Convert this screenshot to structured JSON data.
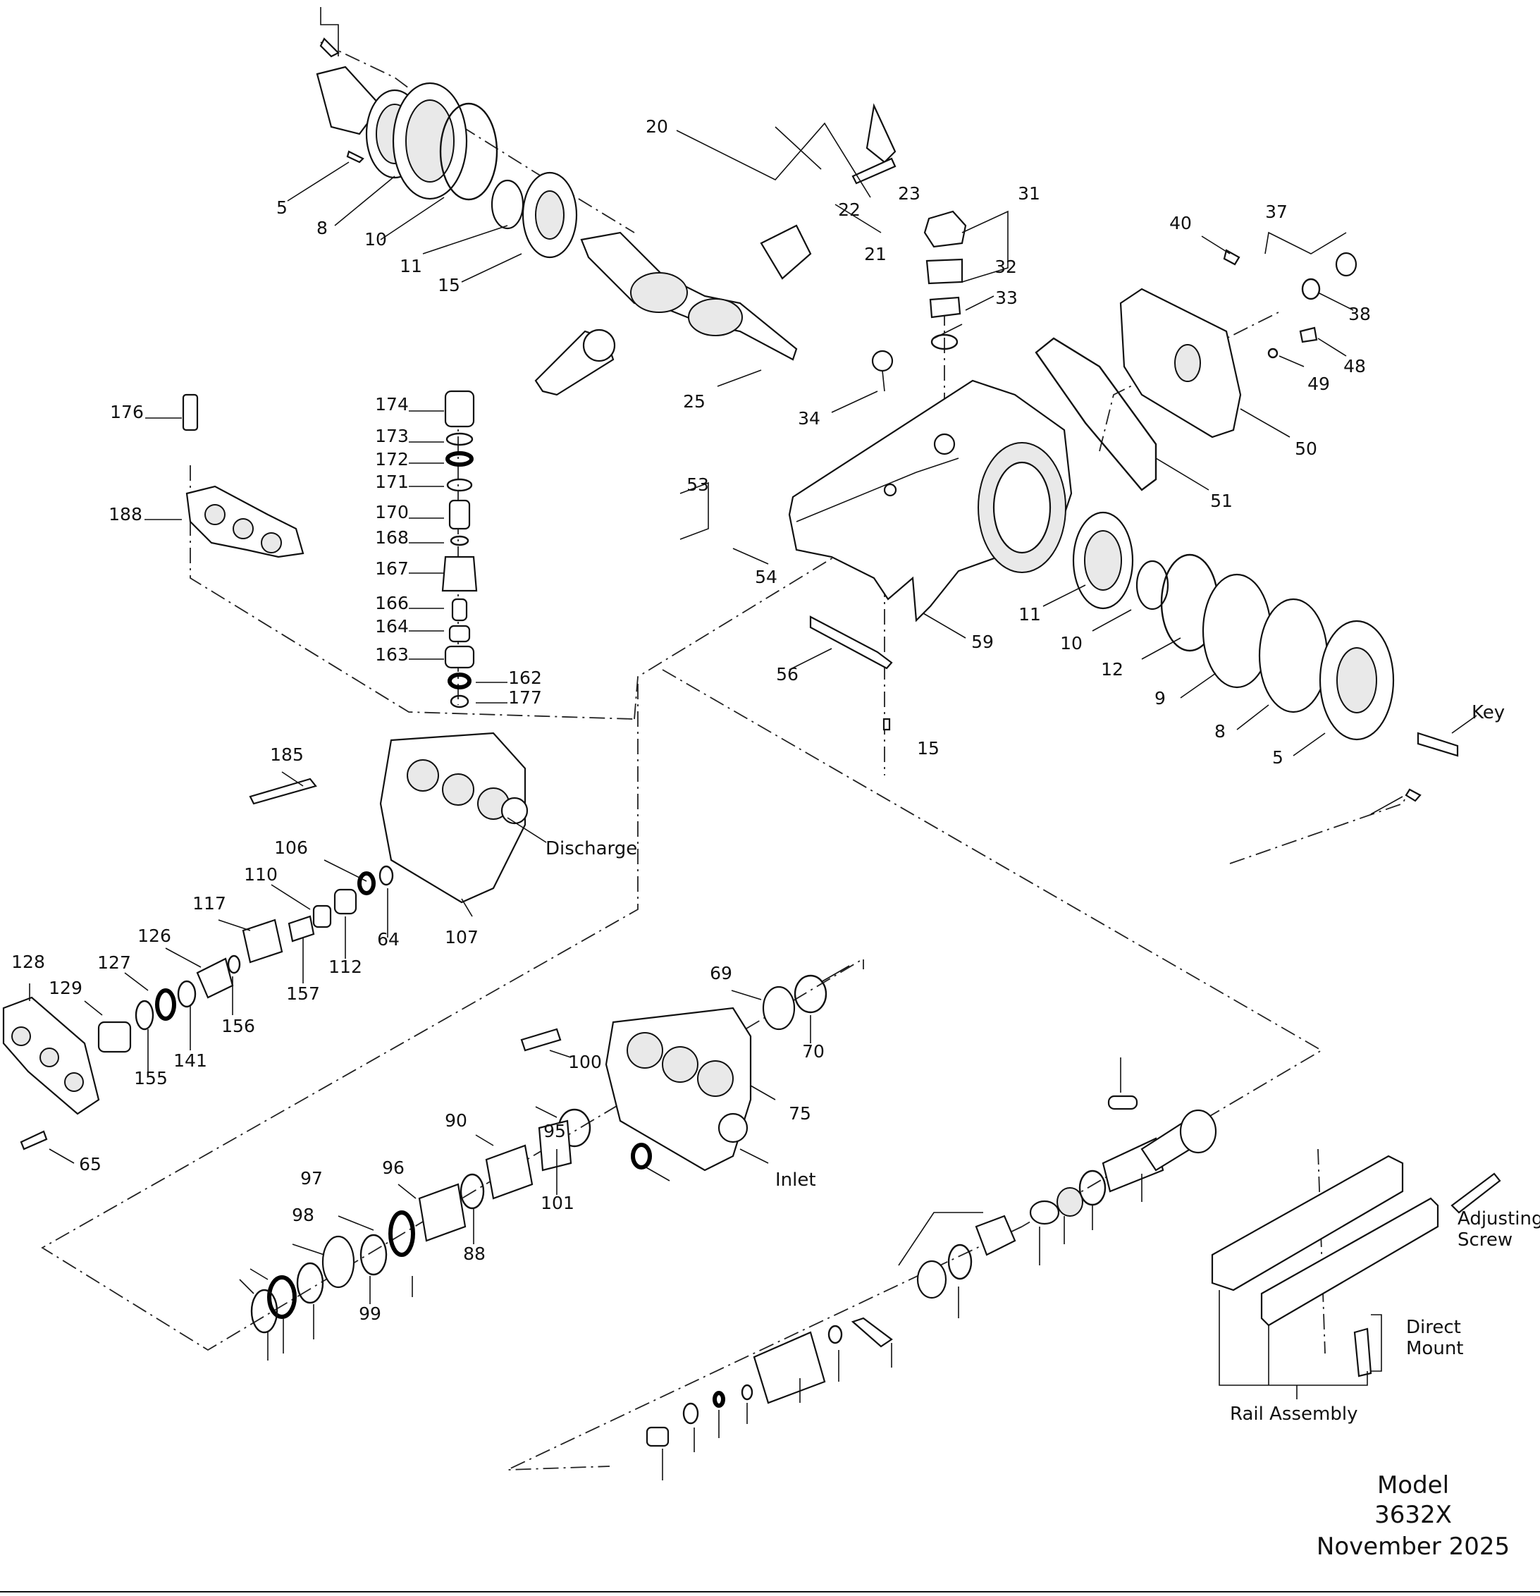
{
  "diagram": {
    "title_block": {
      "model_label": "Model",
      "model_number": "3632X",
      "date": "November 2025"
    },
    "part_numbers": [
      "5",
      "8",
      "10",
      "11",
      "15",
      "20",
      "21",
      "22",
      "23",
      "25",
      "31",
      "32",
      "33",
      "34",
      "37",
      "38",
      "40",
      "48",
      "49",
      "50",
      "51",
      "53",
      "54",
      "56",
      "59",
      "15",
      "11",
      "10",
      "12",
      "9",
      "8",
      "5",
      "174",
      "173",
      "172",
      "171",
      "170",
      "168",
      "167",
      "166",
      "164",
      "163",
      "162",
      "177",
      "176",
      "188",
      "185",
      "107",
      "106",
      "110",
      "117",
      "126",
      "127",
      "129",
      "128",
      "141",
      "155",
      "156",
      "157",
      "112",
      "64",
      "65",
      "69",
      "70",
      "75",
      "100",
      "101",
      "95",
      "88",
      "90",
      "96",
      "97",
      "98",
      "99"
    ],
    "annotations": {
      "key": "Key",
      "discharge": "Discharge",
      "inlet": "Inlet",
      "adjusting_screw_1": "Adjusting",
      "adjusting_screw_2": "Screw",
      "direct_mount_1": "Direct",
      "direct_mount_2": "Mount",
      "rail_assembly": "Rail Assembly"
    }
  }
}
